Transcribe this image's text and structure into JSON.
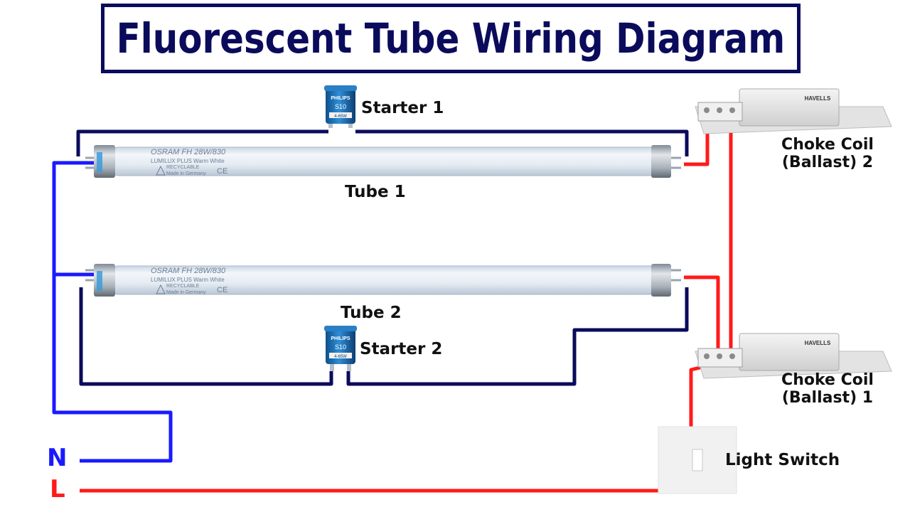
{
  "title": "Fluorescent Tube Wiring Diagram",
  "labels": {
    "starter1": "Starter 1",
    "starter2": "Starter 2",
    "tube1": "Tube 1",
    "tube2": "Tube 2",
    "choke2_line1": "Choke Coil",
    "choke2_line2": "(Ballast) 2",
    "choke1_line1": "Choke Coil",
    "choke1_line2": "(Ballast) 1",
    "light_switch": "Light Switch",
    "neutral": "N",
    "live": "L"
  },
  "tube_print": {
    "line1": "OSRAM FH 28W/830",
    "line2": "LUMILUX PLUS Warm White",
    "line3": "RECYCLABLE",
    "line4": "Made in Germany",
    "mark": "CE"
  },
  "starter_print": {
    "brand": "PHILIPS",
    "model": "S10",
    "rating": "4-65W"
  },
  "ballast_print": {
    "brand": "HAVELLS"
  },
  "colors": {
    "title": "#0b0b5c",
    "neutral_wire": "#1a1aff",
    "live_wire": "#ff1a1a",
    "starter_wire": "#0b0b5c"
  }
}
